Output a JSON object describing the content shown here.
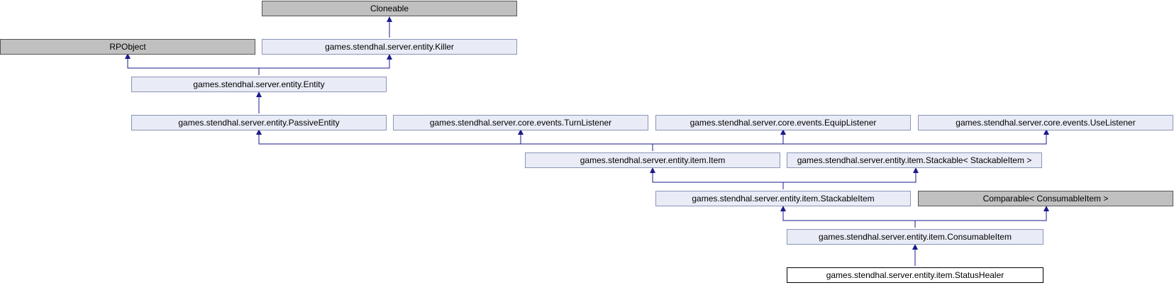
{
  "nodes": {
    "cloneable": "Cloneable",
    "rpobject": "RPObject",
    "killer": "games.stendhal.server.entity.Killer",
    "entity": "games.stendhal.server.entity.Entity",
    "passive_entity": "games.stendhal.server.entity.PassiveEntity",
    "turn_listener": "games.stendhal.server.core.events.TurnListener",
    "equip_listener": "games.stendhal.server.core.events.EquipListener",
    "use_listener": "games.stendhal.server.core.events.UseListener",
    "item": "games.stendhal.server.entity.item.Item",
    "stackable": "games.stendhal.server.entity.item.Stackable< StackableItem >",
    "stackable_item": "games.stendhal.server.entity.item.StackableItem",
    "comparable": "Comparable< ConsumableItem >",
    "consumable_item": "games.stendhal.server.entity.item.ConsumableItem",
    "status_healer": "games.stendhal.server.entity.item.StatusHealer"
  },
  "colors": {
    "edge": "#1a1a8c",
    "class_fill": "#e9ecf6",
    "external_fill": "#c0c0c0"
  }
}
